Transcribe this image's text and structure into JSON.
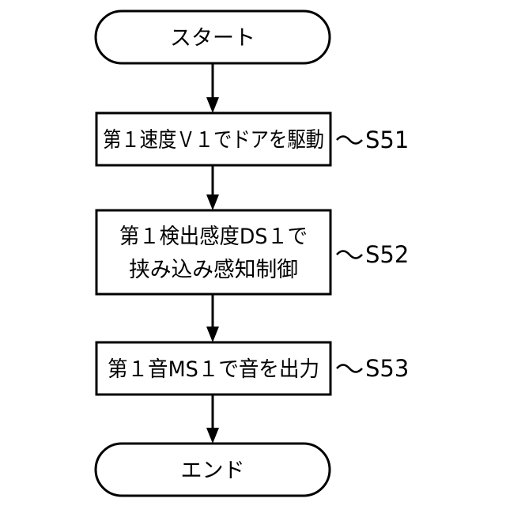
{
  "flowchart": {
    "start": {
      "text": "スタート"
    },
    "steps": [
      {
        "lines": [
          "第１速度Ｖ１でドアを駆動"
        ],
        "label": "S51"
      },
      {
        "lines": [
          "第１検出感度DS１で",
          "挟み込み感知制御"
        ],
        "label": "S52"
      },
      {
        "lines": [
          "第１音MS１で音を出力"
        ],
        "label": "S53"
      }
    ],
    "end": {
      "text": "エンド"
    }
  },
  "colors": {
    "stroke": "#000000",
    "fill": "#ffffff",
    "text": "#000000"
  }
}
